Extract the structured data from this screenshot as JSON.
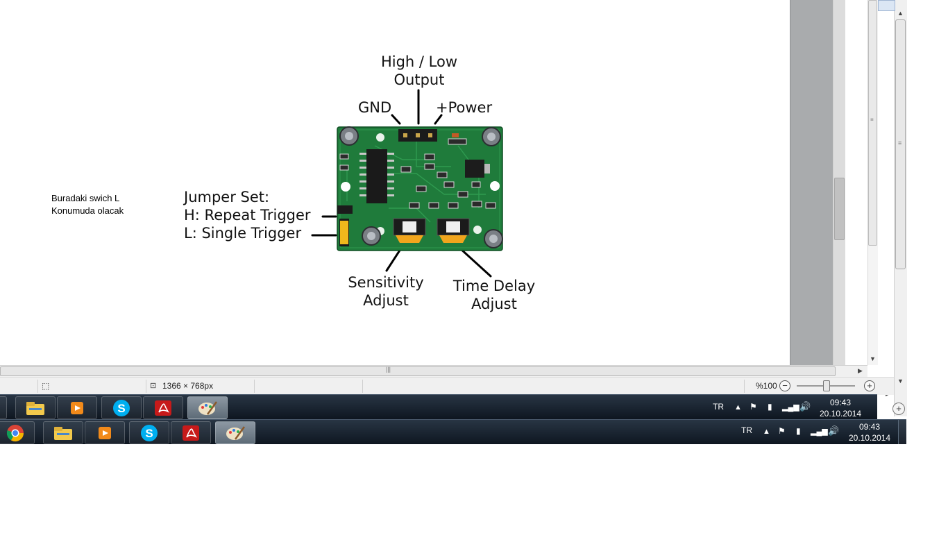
{
  "document": {
    "note_line1": "Buradaki swich   L",
    "note_line2": "Konumuda olacak"
  },
  "diagram": {
    "high_low_line1": "High / Low",
    "high_low_line2": "Output",
    "gnd": "GND",
    "power": "+Power",
    "jumper_title": "Jumper Set:",
    "jumper_h": "H: Repeat Trigger",
    "jumper_l": "L: Single Trigger",
    "sensitivity_line1": "Sensitivity",
    "sensitivity_line2": "Adjust",
    "time_delay_line1": "Time Delay",
    "time_delay_line2": "Adjust"
  },
  "statusbar": {
    "dimensions": "1366 × 768px",
    "zoom": "%100"
  },
  "taskbar_top": {
    "language": "TR",
    "time": "09:43",
    "date": "20.10.2014"
  },
  "taskbar_bottom": {
    "language": "TR",
    "time": "09:43",
    "date": "20.10.2014"
  },
  "colors": {
    "pcb_green": "#1e7a3a",
    "taskbar_dark": "#0e1620",
    "gutter_gray": "#a9abad"
  },
  "icons": {
    "taskbar_apps": [
      "chrome-icon",
      "explorer-icon",
      "media-player-icon",
      "skype-icon",
      "acrobat-icon",
      "paint-icon"
    ]
  }
}
